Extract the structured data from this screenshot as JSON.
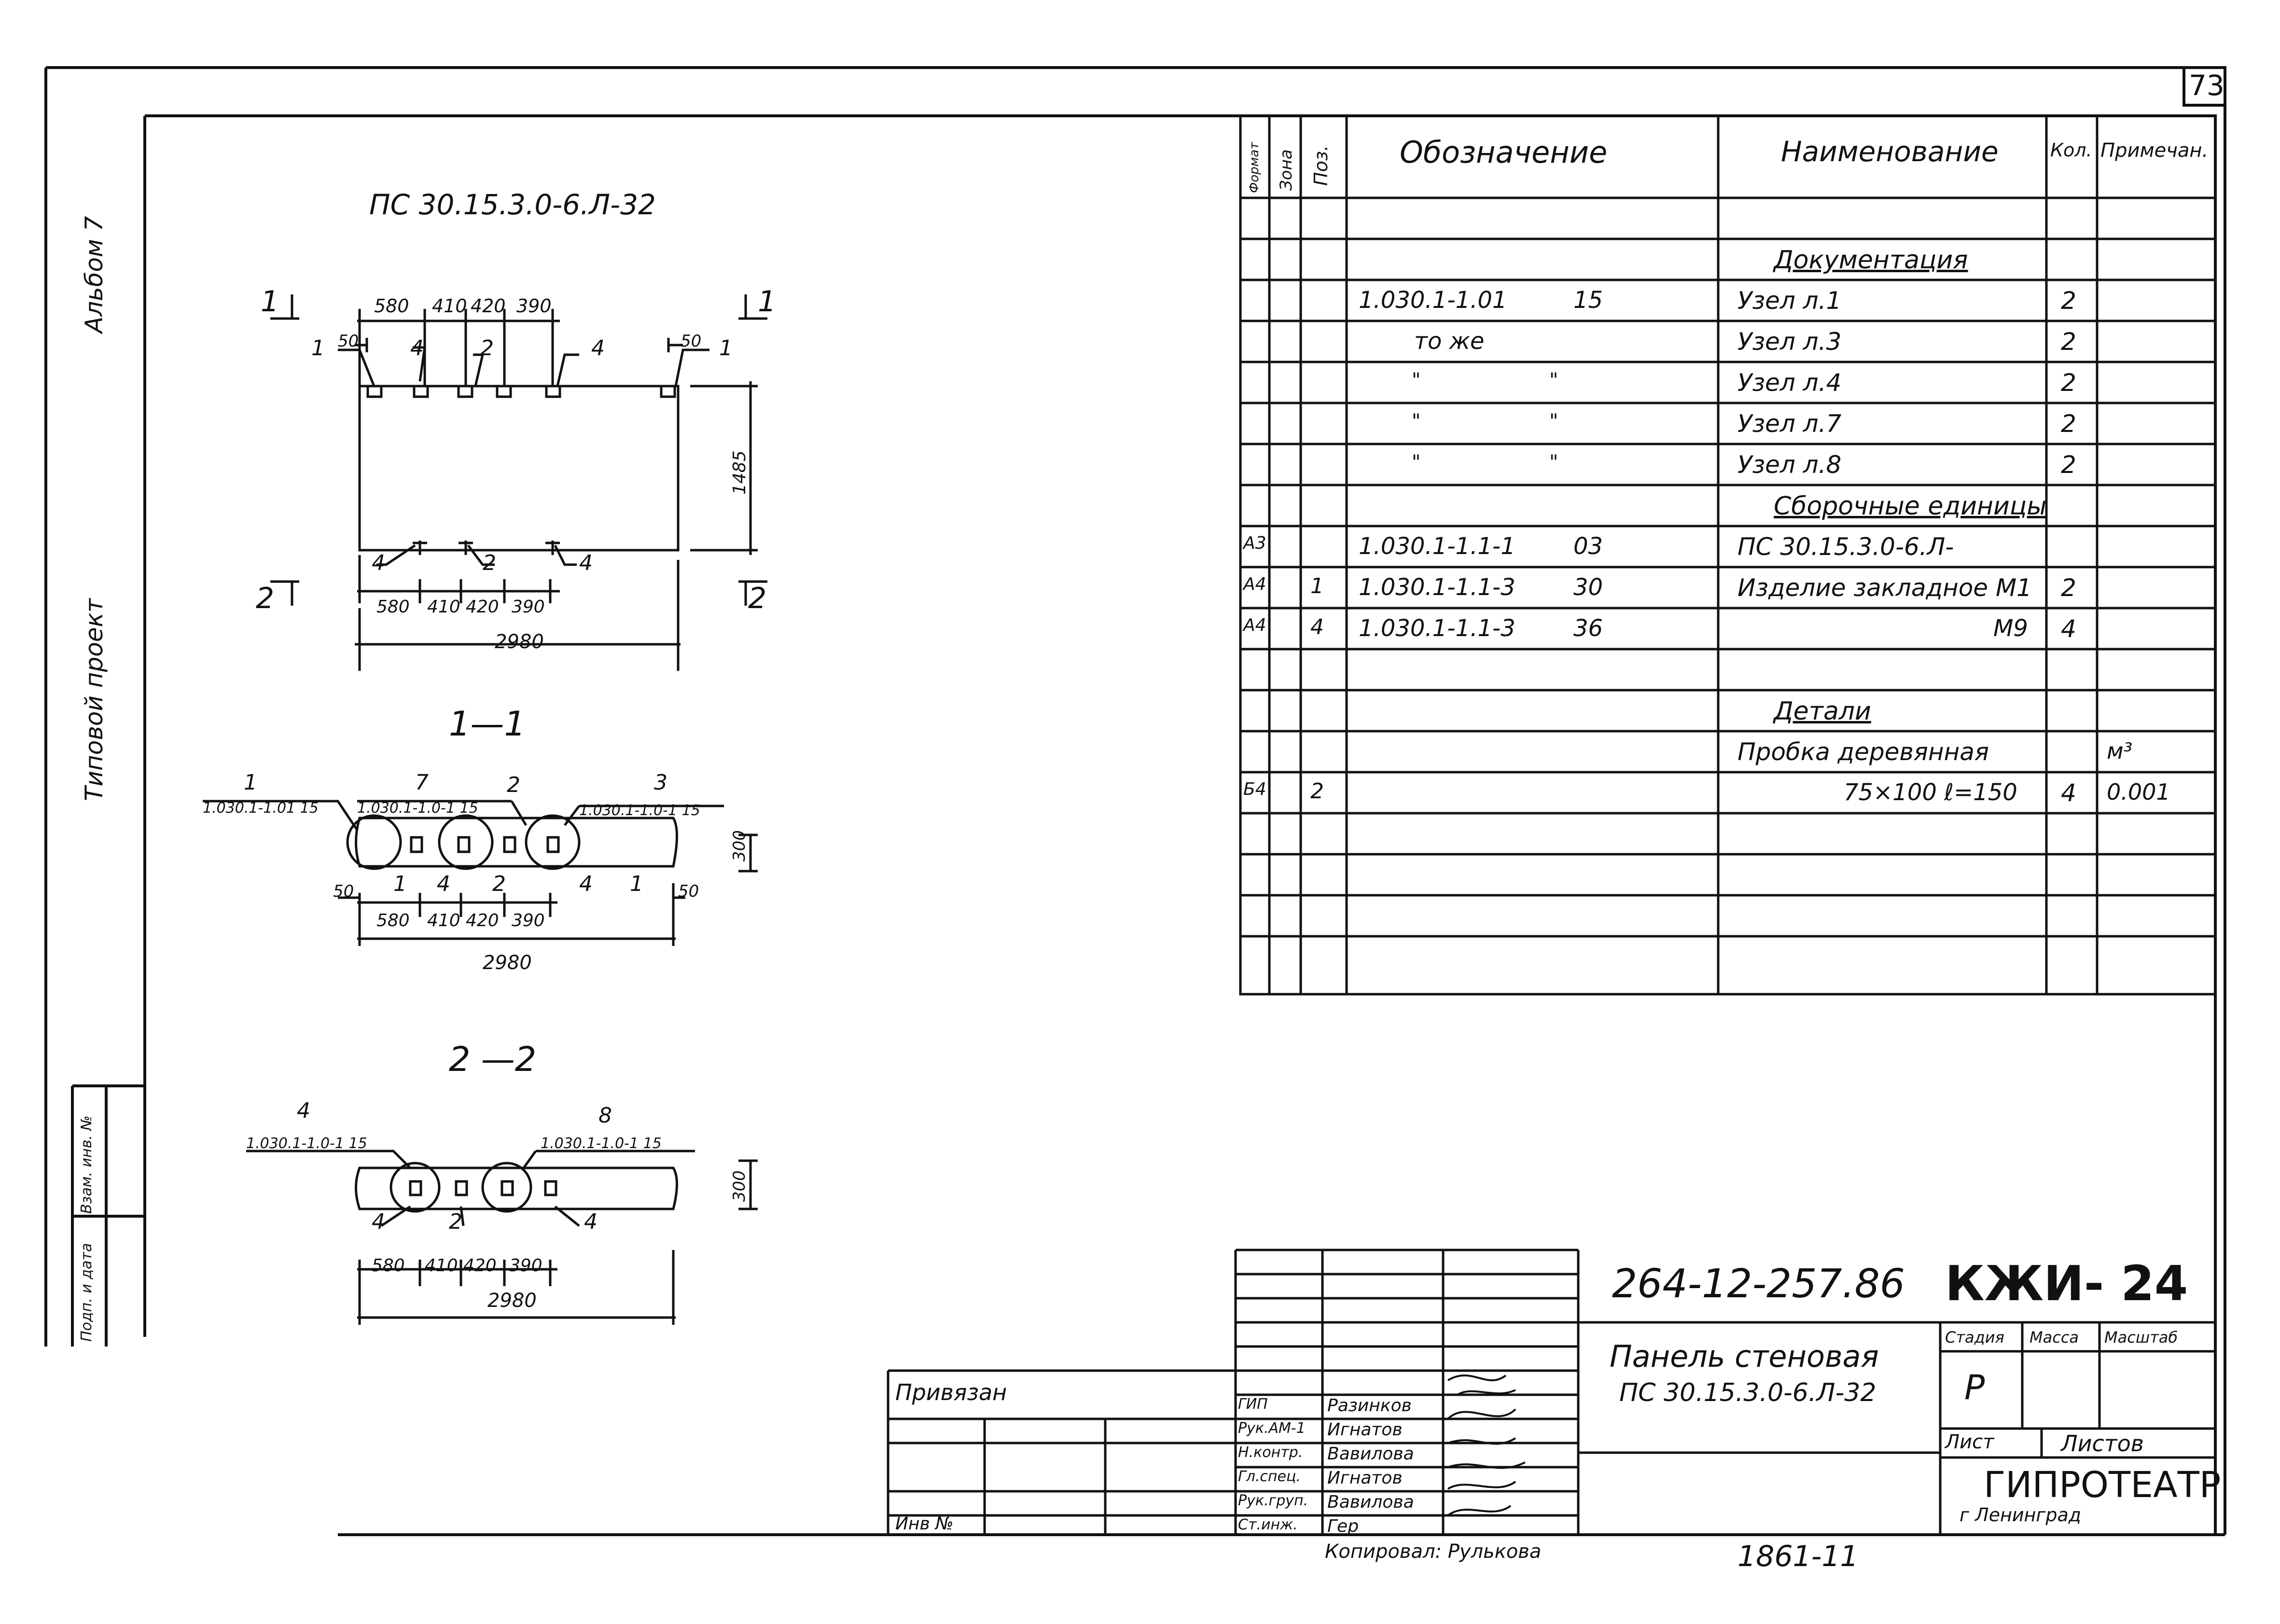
{
  "sheet_number": "73",
  "side_labels": {
    "album": "Альбом 7",
    "project": "Типовой проект",
    "vzam": "Взам. инв. №",
    "sign_date": "Подп. и дата"
  },
  "drawing": {
    "title": "ПС 30.15.3.0-6.Л-32",
    "section_1": "1—1",
    "section_2": "2 —2",
    "marks": {
      "one": "1",
      "two": "2"
    },
    "dims_top": [
      "580",
      "410",
      "420",
      "390"
    ],
    "dim_50": "50",
    "dim_height": "1485",
    "dim_300": "300",
    "dim_total": "2980",
    "pos_labels": {
      "p1": "1",
      "p2": "2",
      "p3": "3",
      "p4": "4",
      "p7": "7",
      "p8": "8"
    },
    "refs": {
      "s1_left": "1.030.1-1.01 15",
      "s1_mid": "1.030.1-1.0-1 15",
      "s1_right": "1.030.1-1.0-1 15",
      "s2_left": "1.030.1-1.0-1 15",
      "s2_right": "1.030.1-1.0-1 15"
    }
  },
  "spec_table": {
    "headers": {
      "format": "Формат",
      "zone": "Зона",
      "pos": "Поз.",
      "designation": "Обозначение",
      "name": "Наименование",
      "qty": "Кол.",
      "note": "Примечан."
    },
    "rows": [
      {
        "format": "",
        "pos": "",
        "designation": "",
        "code": "",
        "name": "",
        "qty": "",
        "note": "",
        "section": ""
      },
      {
        "format": "",
        "pos": "",
        "designation": "",
        "code": "",
        "name": "",
        "qty": "",
        "note": "",
        "section": "Документация"
      },
      {
        "format": "",
        "pos": "",
        "designation": "1.030.1-1.01",
        "code": "15",
        "name": "Узел л.1",
        "qty": "2",
        "note": "",
        "section": ""
      },
      {
        "format": "",
        "pos": "",
        "designation": "то же",
        "code": "",
        "name": "Узел л.3",
        "qty": "2",
        "note": "",
        "section": ""
      },
      {
        "format": "",
        "pos": "",
        "designation": "\"",
        "code": "\"",
        "name": "Узел л.4",
        "qty": "2",
        "note": "",
        "section": ""
      },
      {
        "format": "",
        "pos": "",
        "designation": "\"",
        "code": "\"",
        "name": "Узел л.7",
        "qty": "2",
        "note": "",
        "section": ""
      },
      {
        "format": "",
        "pos": "",
        "designation": "\"",
        "code": "\"",
        "name": "Узел л.8",
        "qty": "2",
        "note": "",
        "section": ""
      },
      {
        "format": "",
        "pos": "",
        "designation": "",
        "code": "",
        "name": "",
        "qty": "",
        "note": "",
        "section": "Сборочные единицы"
      },
      {
        "format": "А3",
        "pos": "",
        "designation": "1.030.1-1.1-1",
        "code": "03",
        "name": "ПС 30.15.3.0-6.Л-",
        "qty": "",
        "note": "",
        "section": ""
      },
      {
        "format": "А4",
        "pos": "1",
        "designation": "1.030.1-1.1-3",
        "code": "30",
        "name": "Изделие закладное М1",
        "qty": "2",
        "note": "",
        "section": ""
      },
      {
        "format": "А4",
        "pos": "4",
        "designation": "1.030.1-1.1-3",
        "code": "36",
        "name": "М9",
        "qty": "4",
        "note": "",
        "section": ""
      },
      {
        "format": "",
        "pos": "",
        "designation": "",
        "code": "",
        "name": "",
        "qty": "",
        "note": "",
        "section": ""
      },
      {
        "format": "",
        "pos": "",
        "designation": "",
        "code": "",
        "name": "",
        "qty": "",
        "note": "",
        "section": "Детали"
      },
      {
        "format": "",
        "pos": "",
        "designation": "",
        "code": "",
        "name": "Пробка деревянная",
        "qty": "",
        "note": "м³",
        "section": ""
      },
      {
        "format": "Б4",
        "pos": "2",
        "designation": "",
        "code": "",
        "name": "75×100 ℓ=150",
        "qty": "4",
        "note": "0.001",
        "section": ""
      },
      {
        "format": "",
        "pos": "",
        "designation": "",
        "code": "",
        "name": "",
        "qty": "",
        "note": "",
        "section": ""
      },
      {
        "format": "",
        "pos": "",
        "designation": "",
        "code": "",
        "name": "",
        "qty": "",
        "note": "",
        "section": ""
      },
      {
        "format": "",
        "pos": "",
        "designation": "",
        "code": "",
        "name": "",
        "qty": "",
        "note": "",
        "section": ""
      }
    ]
  },
  "title_block": {
    "doc_code": "264-12-257.86",
    "sheet_code": "КЖИ- 24",
    "product_name": "Панель стеновая",
    "product_mark": "ПС 30.15.3.0-6.Л-32",
    "stage_label": "Стадия",
    "mass_label": "Масса",
    "scale_label": "Масштаб",
    "stage_value": "Р",
    "sheet_label": "Лист",
    "sheets_label": "Листов",
    "org": "ГИПРОТЕАТР",
    "city": "г Ленинград",
    "privyazan": "Привязан",
    "inv": "Инв №",
    "signatures": [
      {
        "role": "ГИП",
        "name": "Разинков"
      },
      {
        "role": "Рук.АМ-1",
        "name": "Игнатов"
      },
      {
        "role": "Н.контр.",
        "name": "Вавилова"
      },
      {
        "role": "Гл.спец.",
        "name": "Игнатов"
      },
      {
        "role": "Рук.груп.",
        "name": "Вавилова"
      },
      {
        "role": "Ст.инж.",
        "name": "Гер"
      }
    ],
    "copied": "Копировал: Рулькова",
    "inv_bottom": "1861-11"
  }
}
